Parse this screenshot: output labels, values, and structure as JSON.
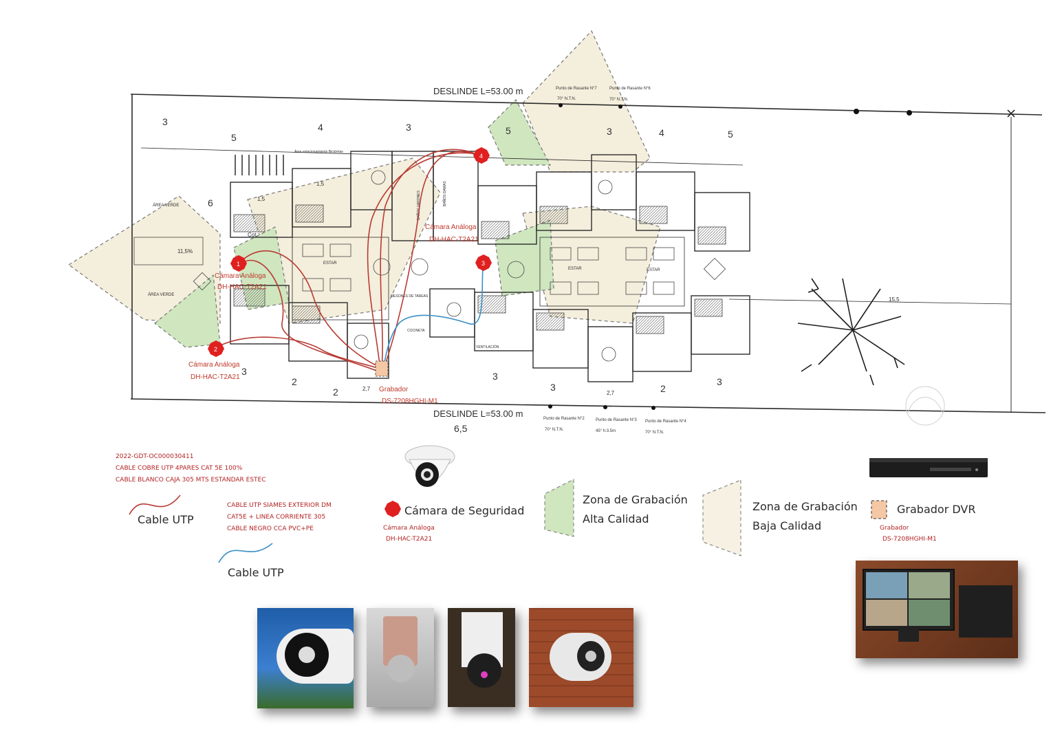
{
  "plan": {
    "deslinde_top": "DESLINDE  L=53.00 m",
    "deslinde_bottom": "DESLINDE  L=53.00 m",
    "dimensions": [
      "3",
      "5",
      "4",
      "3",
      "5",
      "3",
      "4",
      "5",
      "6",
      "1,5",
      "1,5",
      "2,7",
      "2,7",
      "3",
      "2",
      "2",
      "3",
      "3",
      "2",
      "3",
      "6,5",
      "15,5"
    ],
    "area_verde_labels": [
      "ÁREA VERDE",
      "ÁREA VERDE"
    ],
    "slope_label": "11,5%",
    "room_labels": {
      "estar_1": "ESTAR",
      "estar_2": "ESTAR",
      "estar_3": "ESTAR",
      "mesones": "MESONES DE TAREAS",
      "banos_varones": "BAÑOS VARONES",
      "banos_damas": "BAÑOS DAMAS",
      "cocina": "COCINETA",
      "ventilacion": "VENTILACIÓN",
      "area_bicicletas": "Área estacionamiento Bicicletas",
      "cot": "Cot."
    },
    "rasante_points": [
      {
        "label": "Punto de Rasante N°7",
        "value": "70°  N.T.N."
      },
      {
        "label": "Punto de Rasante N°6",
        "value": "70°  N.T.N."
      },
      {
        "label": "Punto de Rasante N°2",
        "value": "70° N.T.N."
      },
      {
        "label": "Punto de Rasante N°3",
        "value": "45° h:3.5m"
      },
      {
        "label": "Punto de Rasante N°4",
        "value": "70° N.T.N."
      }
    ],
    "cameras": [
      {
        "number": "1",
        "name": "Cámara Análoga",
        "model": "DH-HAC-T2A21"
      },
      {
        "number": "2",
        "name": "Cámara Análoga",
        "model": "DH-HAC-T2A21"
      },
      {
        "number": "3",
        "name": "",
        "model": ""
      },
      {
        "number": "4",
        "name": "Cámara Análoga",
        "model": "DH-HAC-T2A21"
      }
    ],
    "recorder": {
      "name": "Grabador",
      "model": "DS-7208HGHI-M1"
    }
  },
  "legend": {
    "spec_red": [
      "2022-GDT-OC000030411",
      "CABLE COBRE UTP 4PARES CAT 5E 100%",
      "CABLE BLANCO CAJA 305 MTS ESTANDAR ESTEC"
    ],
    "cable_red_label": "Cable UTP",
    "spec_blue": [
      "CABLE UTP SIAMES EXTERIOR DM",
      "CAT5E + LINEA CORRIENTE 305",
      "CABLE NEGRO CCA PVC+PE"
    ],
    "cable_blue_label": "Cable UTP",
    "camera_label": "Cámara de Seguridad",
    "camera_sub": [
      "Cámara Análoga",
      "DH-HAC-T2A21"
    ],
    "zone_high": [
      "Zona de Grabación",
      "Alta Calidad"
    ],
    "zone_low": [
      "Zona de Grabación",
      "Baja Calidad"
    ],
    "dvr_label": "Grabador DVR",
    "dvr_sub": [
      "Grabador",
      "DS-7208HGHI-M1"
    ]
  },
  "colors": {
    "cable_red": "#b83a33",
    "cable_blue": "#3b8fc7",
    "camera_red": "#e02020",
    "zone_high": "#cfe6bf",
    "zone_low": "#f4eedc",
    "recorder": "#f5c8a5",
    "wall": "#2b2b2b"
  }
}
